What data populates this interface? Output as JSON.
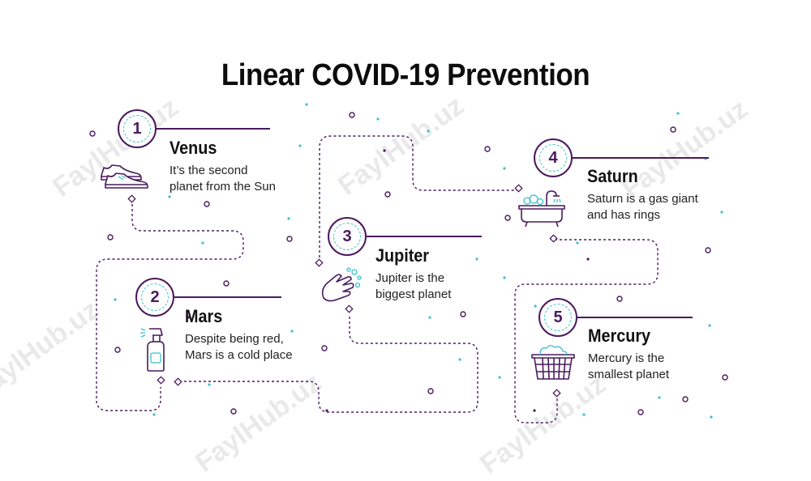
{
  "title": "Linear COVID-19 Prevention",
  "watermark": "FaylHub.uz",
  "colors": {
    "purple": "#4a1a5e",
    "teal": "#39c2c9",
    "text": "#111111"
  },
  "steps": [
    {
      "number": "1",
      "name": "Venus",
      "description": "It’s the second\nplanet from the Sun",
      "icon": "sneakers-icon"
    },
    {
      "number": "2",
      "name": "Mars",
      "description": "Despite being red,\nMars is a cold place",
      "icon": "spray-bottle-icon"
    },
    {
      "number": "3",
      "name": "Jupiter",
      "description": "Jupiter is the\nbiggest planet",
      "icon": "hand-washing-icon"
    },
    {
      "number": "4",
      "name": "Saturn",
      "description": "Saturn is a gas giant\nand has rings",
      "icon": "bathtub-icon"
    },
    {
      "number": "5",
      "name": "Mercury",
      "description": "Mercury is the\nsmallest planet",
      "icon": "laundry-basket-icon"
    }
  ]
}
